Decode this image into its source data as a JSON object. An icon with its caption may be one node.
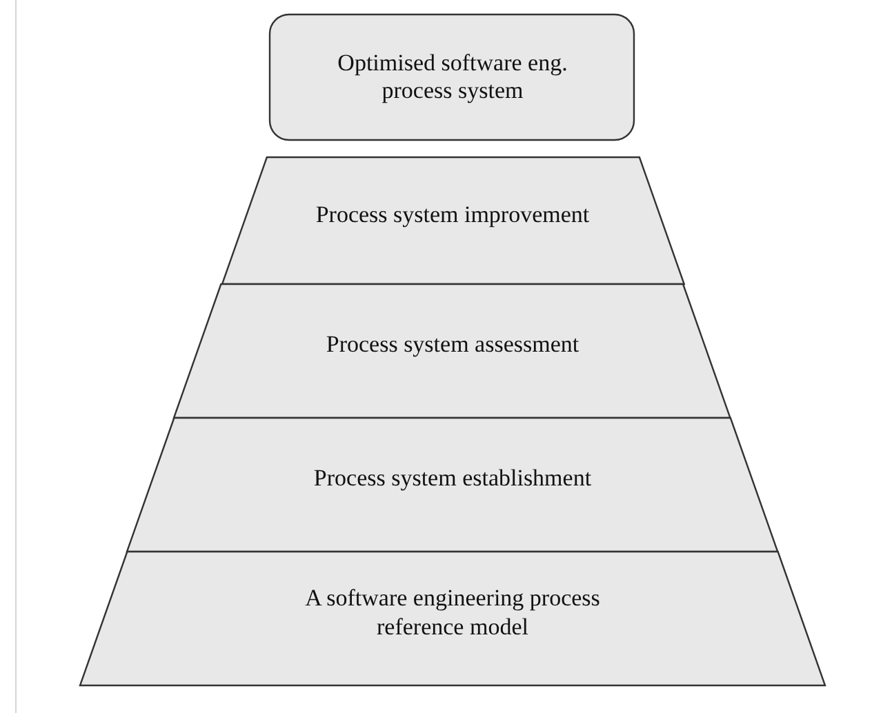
{
  "diagram": {
    "nodes": [
      {
        "text": [
          "Optimised software eng. process system"
        ]
      },
      {
        "text": [
          "Process system improvement"
        ]
      },
      {
        "text": [
          "Process system assessment"
        ]
      },
      {
        "text": [
          "Process system establishment"
        ]
      },
      {
        "text": [
          "A software engineering process reference model"
        ]
      }
    ]
  }
}
